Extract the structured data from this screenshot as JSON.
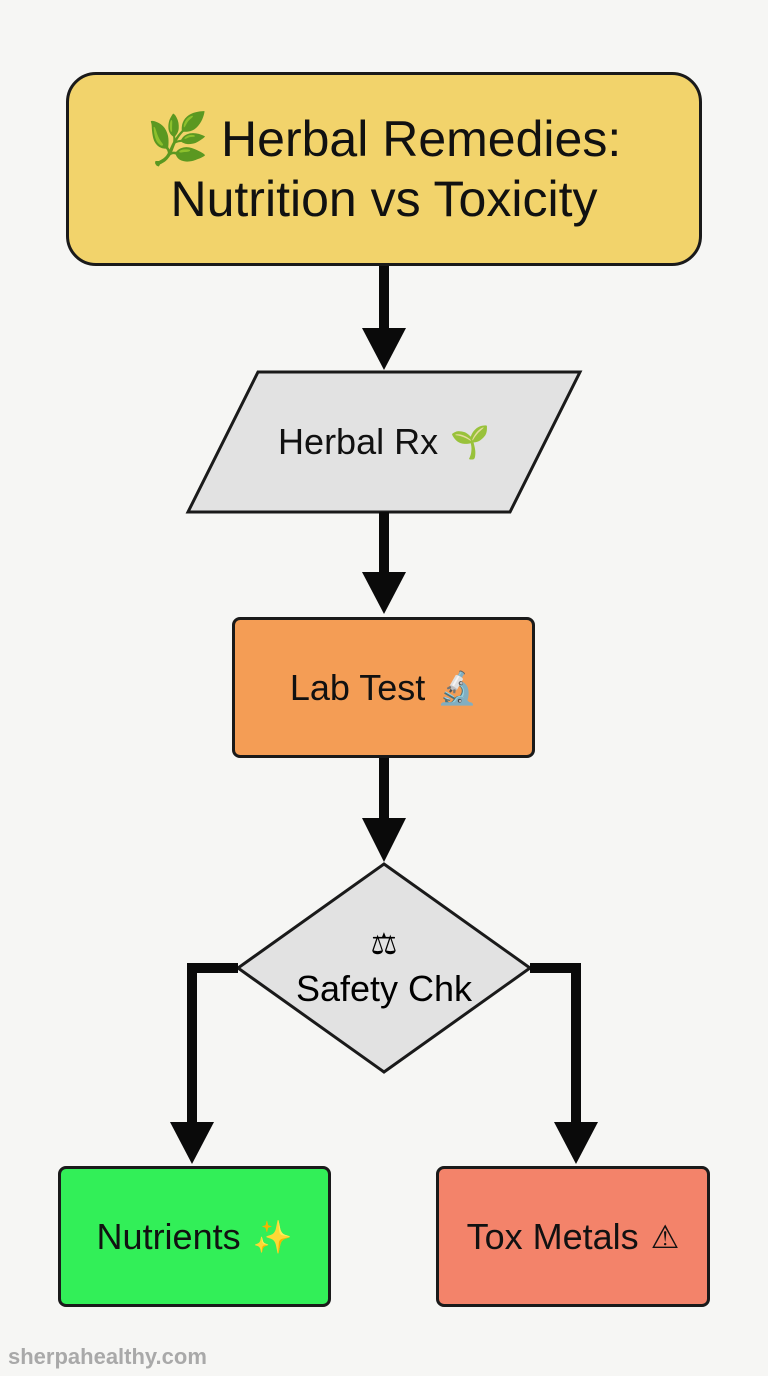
{
  "title": {
    "emoji": "🌿",
    "line1": "Herbal Remedies:",
    "line2": "Nutrition vs Toxicity"
  },
  "nodes": {
    "input": {
      "label": "Herbal Rx",
      "icon": "🌱",
      "icon_name": "seedling-icon"
    },
    "process": {
      "label": "Lab Test",
      "icon": "🔬",
      "icon_name": "microscope-icon"
    },
    "decision": {
      "label": "Safety Chk",
      "icon": "⚖",
      "icon_name": "scale-icon"
    },
    "good": {
      "label": "Nutrients",
      "icon": "✨",
      "icon_name": "sparkles-icon"
    },
    "bad": {
      "label": "Tox Metals",
      "icon": "⚠",
      "icon_name": "warning-icon"
    }
  },
  "colors": {
    "title_fill": "#f2d36b",
    "input_fill": "#e2e2e2",
    "process_fill": "#f49d55",
    "decision_fill": "#e2e2e2",
    "good_fill": "#32ef58",
    "bad_fill": "#f3836a",
    "stroke": "#1a1a1a"
  },
  "footer": {
    "watermark": "sherpahealthy.com"
  }
}
